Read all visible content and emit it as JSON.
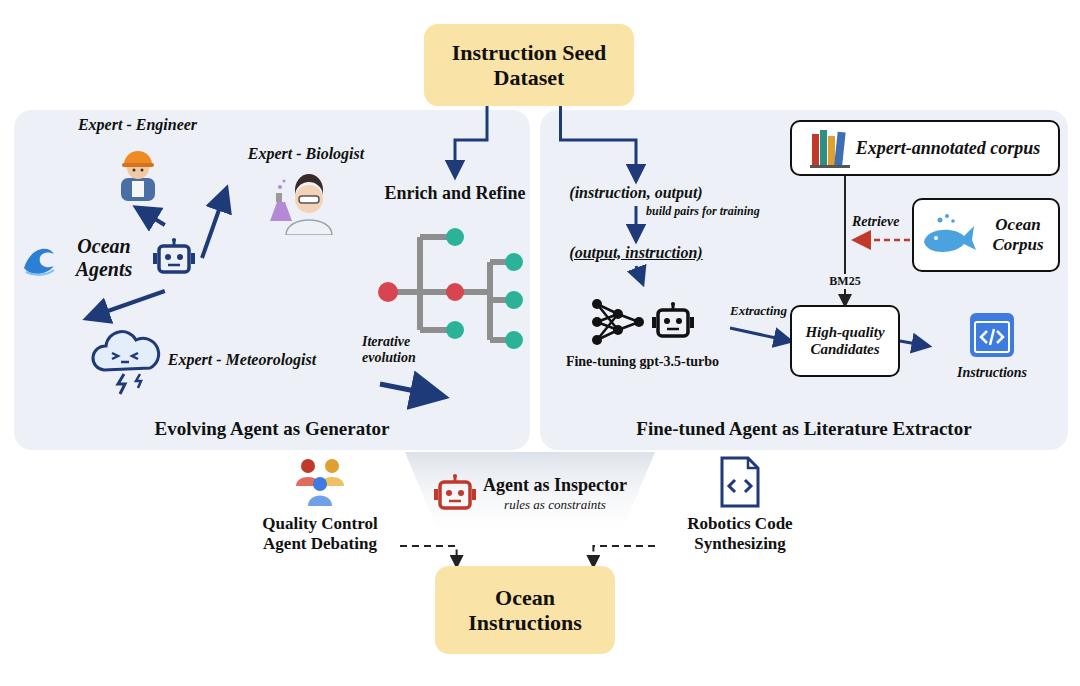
{
  "diagram": {
    "nodes": [
      {
        "text": [
          "Instruction Seed Dataset"
        ]
      },
      {
        "text": [
          "Evolving Agent as Generator"
        ]
      },
      {
        "text": [
          "Ocean Agents"
        ],
        "in": 1
      },
      {
        "text": [
          "Expert - Engineer"
        ],
        "in": 1
      },
      {
        "text": [
          "Expert - Biologist"
        ],
        "in": 1
      },
      {
        "text": [
          "Expert - Meteorologist"
        ],
        "in": 1
      },
      {
        "text": [
          "Enrich and Refine"
        ],
        "in": 1
      },
      {
        "text": [
          "Fine-tuned Agent as Literature Extractor"
        ]
      },
      {
        "text": [
          "(instruction, output)"
        ],
        "in": 7
      },
      {
        "text": [
          "(output, instruction)"
        ],
        "in": 7
      },
      {
        "text": [
          "Fine-tuning gpt-3.5-turbo"
        ],
        "in": 7
      },
      {
        "text": [
          "Expert-annotated corpus"
        ],
        "in": 7
      },
      {
        "text": [
          "Ocean Corpus"
        ],
        "in": 7
      },
      {
        "text": [
          "High-quality Candidates"
        ],
        "in": 7
      },
      {
        "text": [
          "Instructions"
        ],
        "in": 7
      },
      {
        "text": [
          "Agent as Inspector",
          "rules as constraints"
        ]
      },
      {
        "text": [
          "Quality Control Agent Debating"
        ]
      },
      {
        "text": [
          "Robotics Code Synthesizing"
        ]
      },
      {
        "text": [
          "Ocean Instructions"
        ]
      }
    ],
    "edges": [
      {
        "from": 0,
        "to": 6,
        "arrow": "to"
      },
      {
        "from": 0,
        "to": 8,
        "arrow": "to"
      },
      {
        "from": 2,
        "to": 3,
        "arrow": "to"
      },
      {
        "from": 2,
        "to": 4,
        "arrow": "to"
      },
      {
        "from": 2,
        "to": 5,
        "arrow": "to"
      },
      {
        "from": 8,
        "to": 9,
        "label": "build pairs for training",
        "arrow": "to"
      },
      {
        "from": 9,
        "to": 10,
        "arrow": "to"
      },
      {
        "from": 10,
        "to": 13,
        "label": "Extracting",
        "arrow": "to"
      },
      {
        "from": 11,
        "to": 13,
        "label": "BM25",
        "arrow": "to"
      },
      {
        "from": 13,
        "to": 14,
        "arrow": "to"
      },
      {
        "from": 16,
        "to": 18,
        "arrow": "to"
      },
      {
        "from": 17,
        "to": 18,
        "arrow": "to"
      }
    ],
    "labels": [
      "Iterative evolution",
      "Retrieve"
    ]
  }
}
